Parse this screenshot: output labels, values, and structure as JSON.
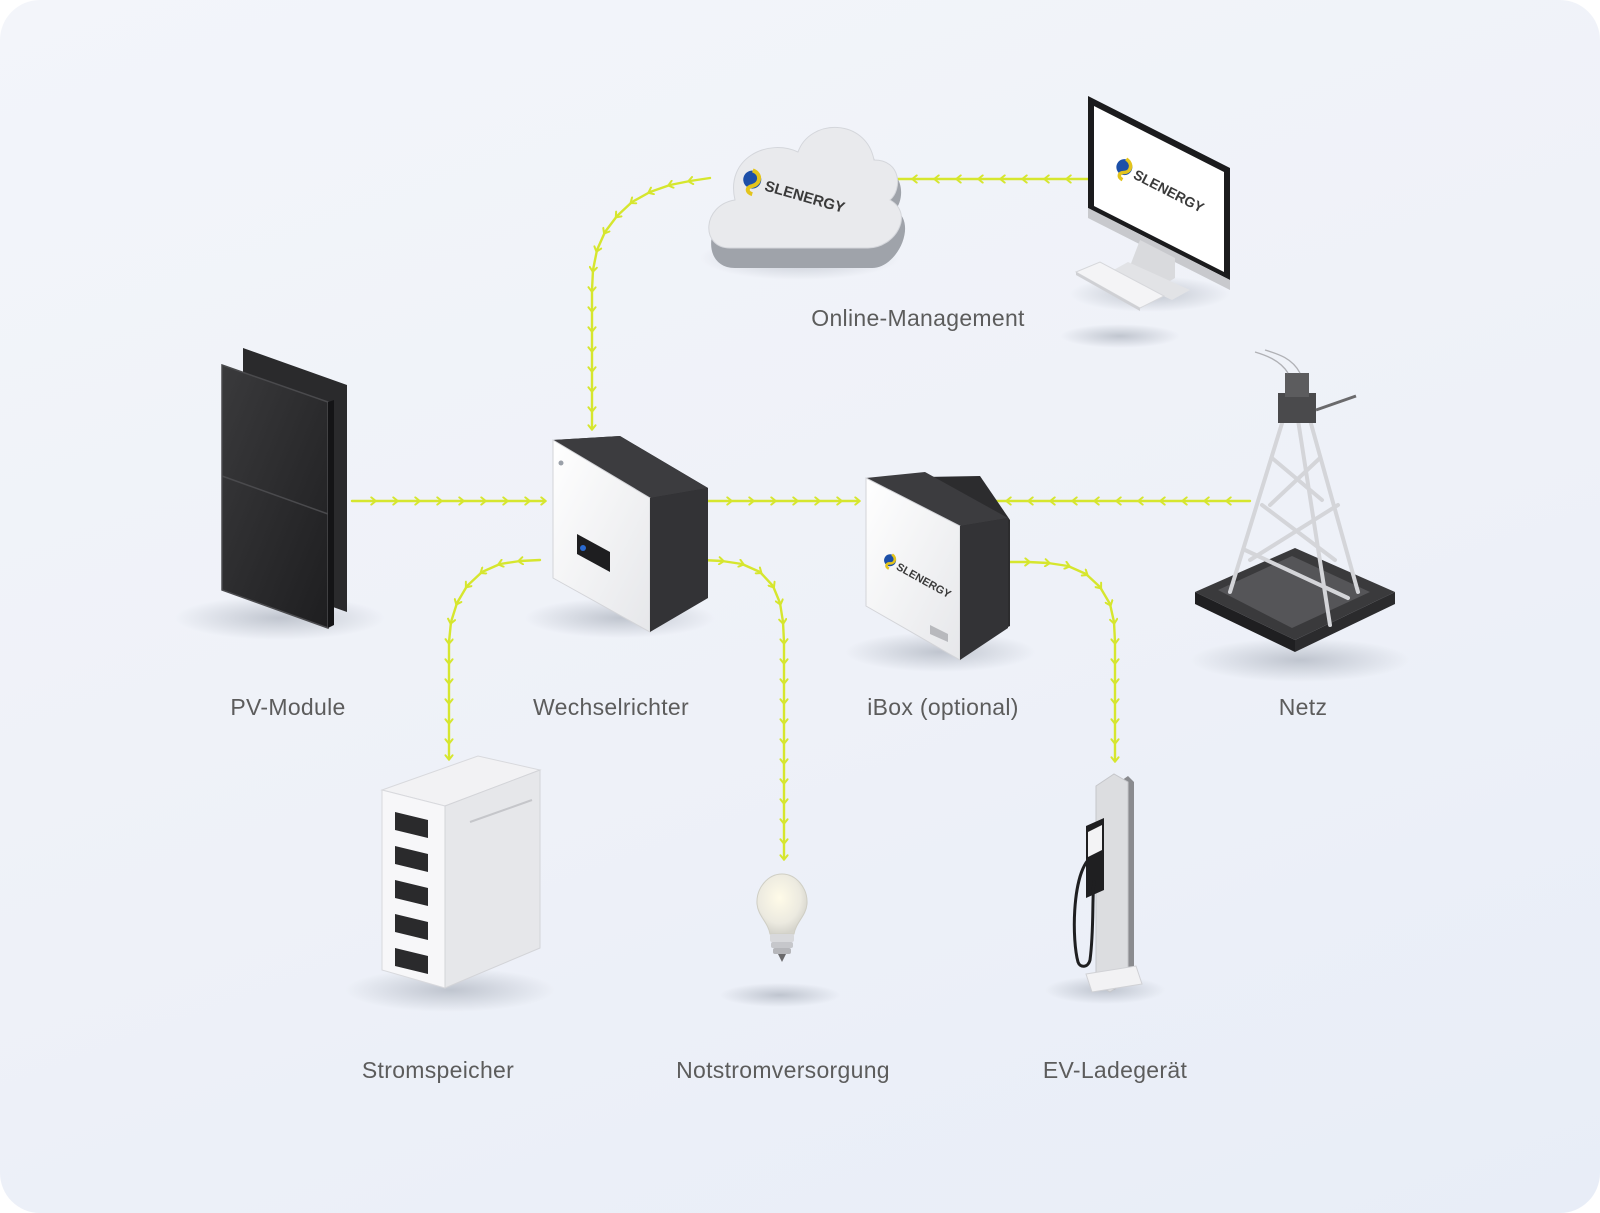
{
  "brand": {
    "name": "SLENERGY",
    "accent_color": "#d6e62e",
    "logo_blue": "#1c4fa8",
    "logo_yellow": "#e3c41c"
  },
  "nodes": {
    "cloud": {
      "icon": "cloud-icon"
    },
    "computer": {
      "icon": "monitor-icon"
    },
    "online_management": {
      "label": "Online-Management"
    },
    "pv_module": {
      "label": "PV-Module",
      "icon": "solar-panel-icon"
    },
    "inverter": {
      "label": "Wechselrichter",
      "icon": "inverter-icon"
    },
    "ibox": {
      "label": "iBox (optional)",
      "icon": "ibox-icon"
    },
    "grid": {
      "label": "Netz",
      "icon": "power-tower-icon"
    },
    "storage": {
      "label": "Stromspeicher",
      "icon": "battery-storage-icon"
    },
    "backup": {
      "label": "Notstromversorgung",
      "icon": "light-bulb-icon"
    },
    "ev_charger": {
      "label": "EV-Ladegerät",
      "icon": "ev-charger-icon"
    }
  }
}
